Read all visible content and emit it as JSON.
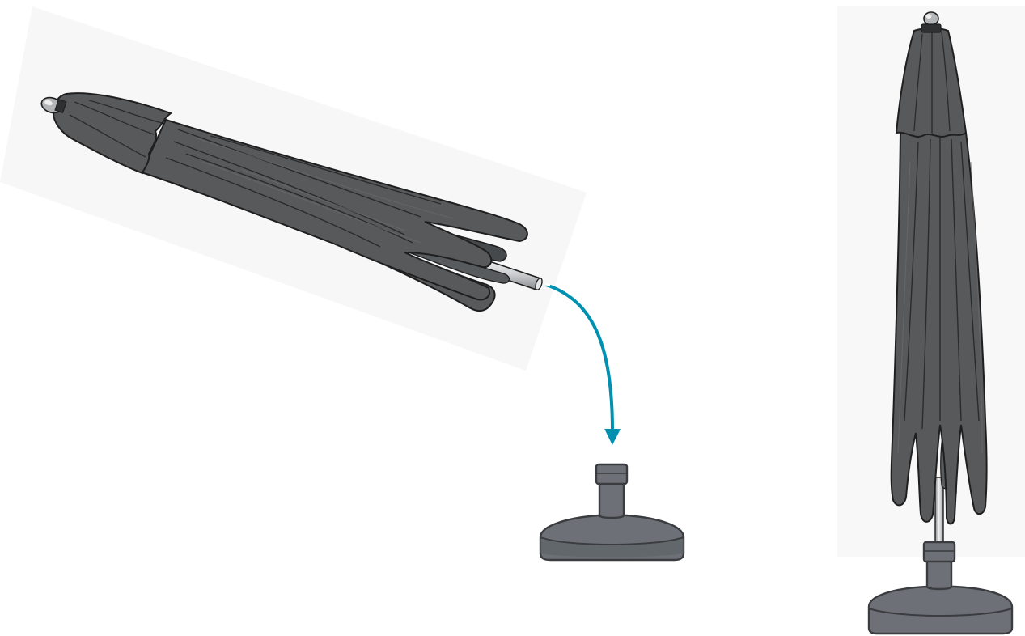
{
  "illustration": {
    "steps": [
      {
        "name": "tilted-closed-umbrella-with-cover"
      },
      {
        "name": "insertion-arrow"
      },
      {
        "name": "parasol-base-empty"
      },
      {
        "name": "upright-umbrella-in-base"
      }
    ]
  },
  "colors": {
    "background": "#ffffff",
    "backdrop": "#f6f6f6",
    "cover_fabric": "#58595b",
    "cover_fabric_light": "#646567",
    "cover_fold_shadow": "#3f4042",
    "cover_inner_panel": "#4a4d4f",
    "outline": "#1f1f20",
    "base_fill": "#6d7177",
    "base_shade": "#5c6066",
    "pole_metal": "#d9dbdd",
    "pole_dark": "#8a8d90",
    "arrow": "#0090b0"
  },
  "icons": [
    "arrow-curved-down-icon"
  ]
}
